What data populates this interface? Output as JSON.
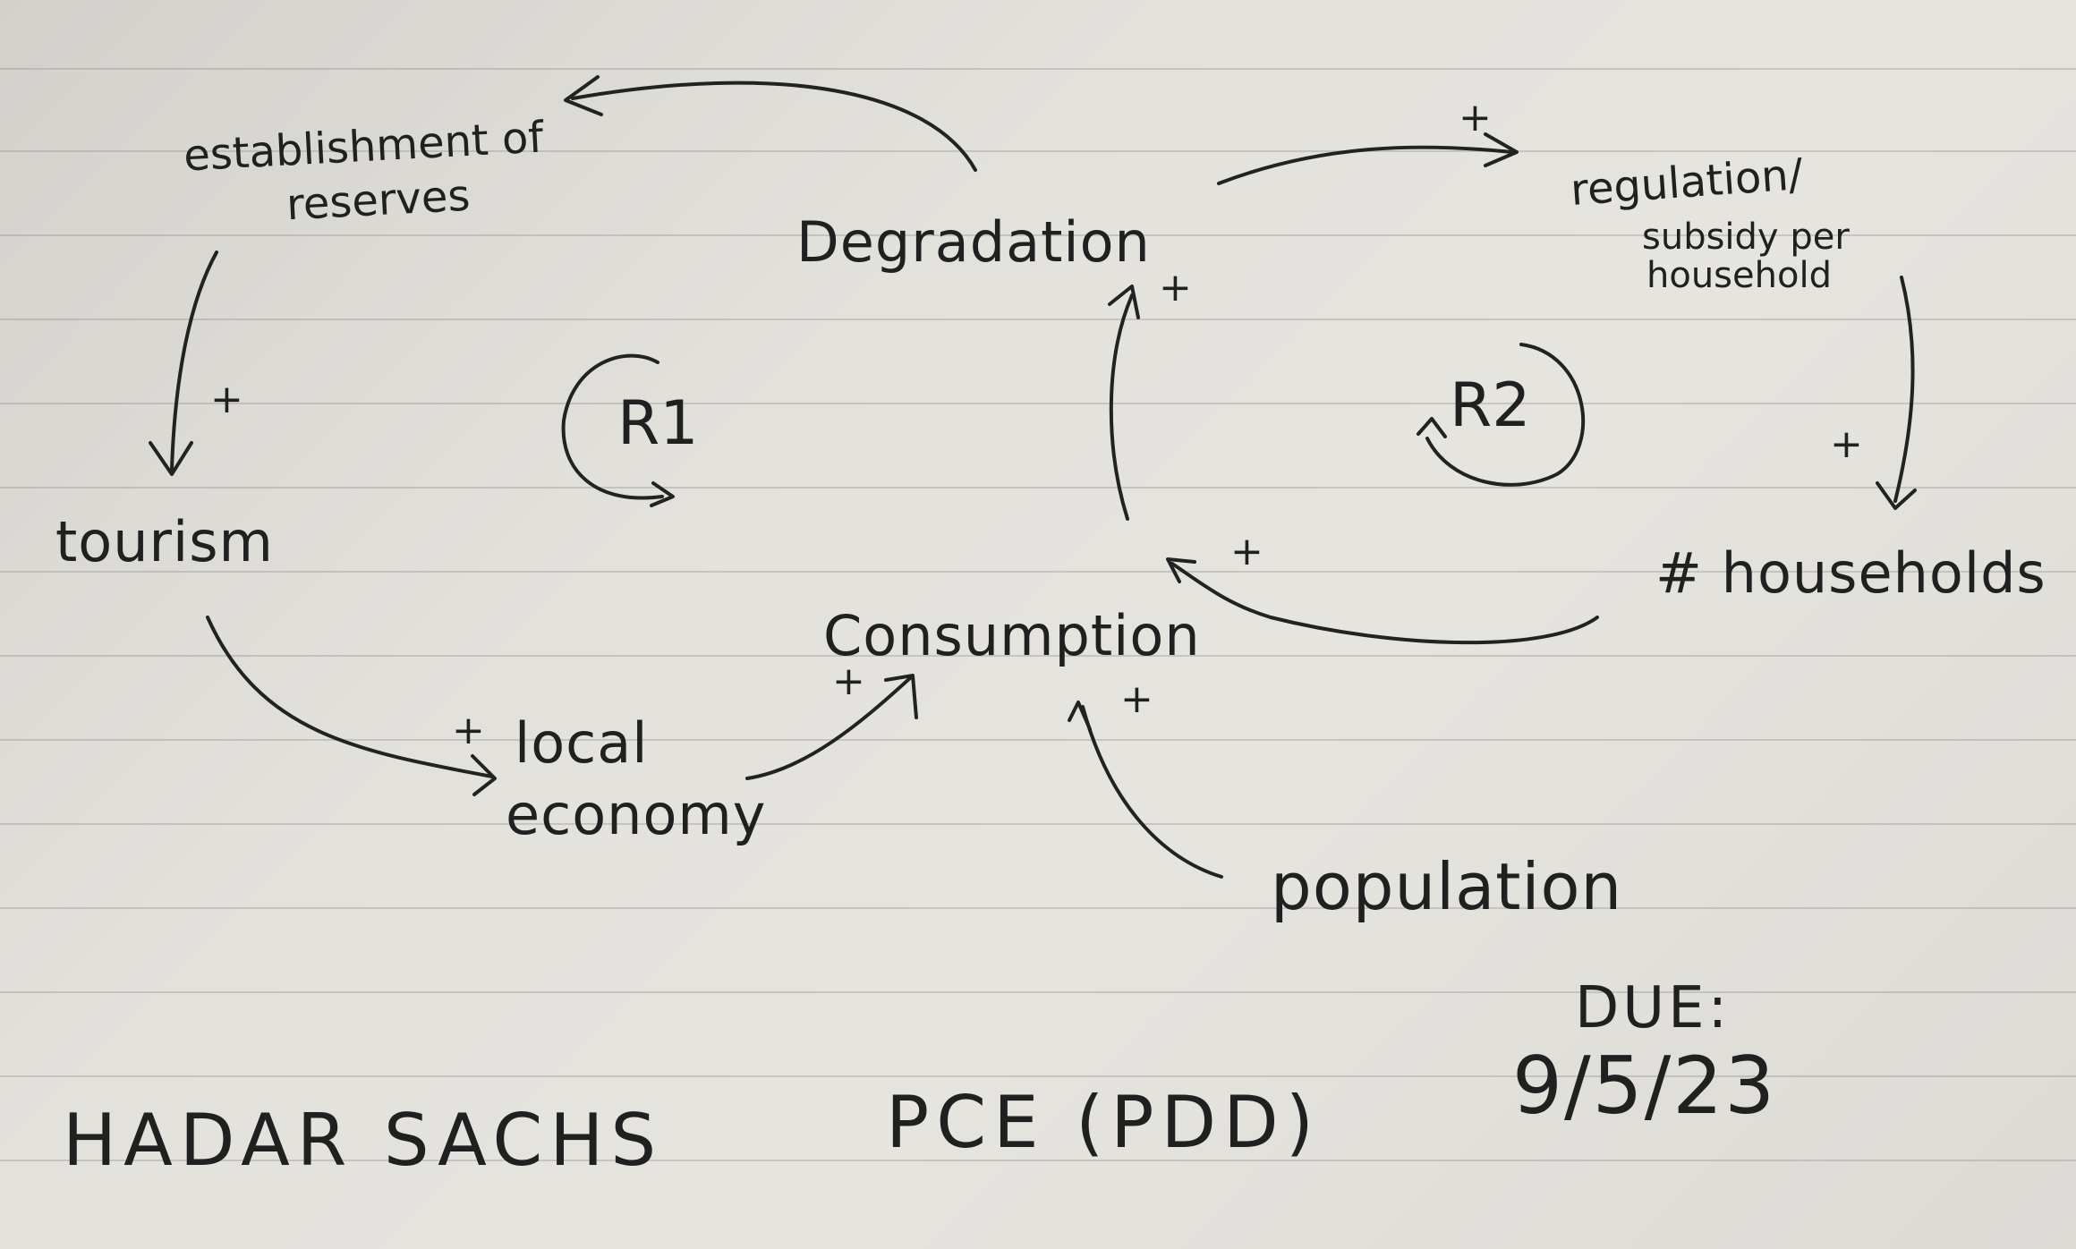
{
  "nodes": {
    "establishment": [
      "establishment of",
      "reserves"
    ],
    "degradation": "Degradation",
    "regulation": [
      "regulation/",
      "subsidy per",
      "household"
    ],
    "tourism": "tourism",
    "households": "# households",
    "consumption": "Consumption",
    "local_economy": [
      "local",
      "economy"
    ],
    "population": "population"
  },
  "loops": {
    "r1": "R1",
    "r2": "R2"
  },
  "polarity": "+",
  "footer": {
    "author": "HADAR SACHS",
    "course": "PCE (PDD)",
    "due_label": "DUE:",
    "due_date": "9/5/23"
  }
}
